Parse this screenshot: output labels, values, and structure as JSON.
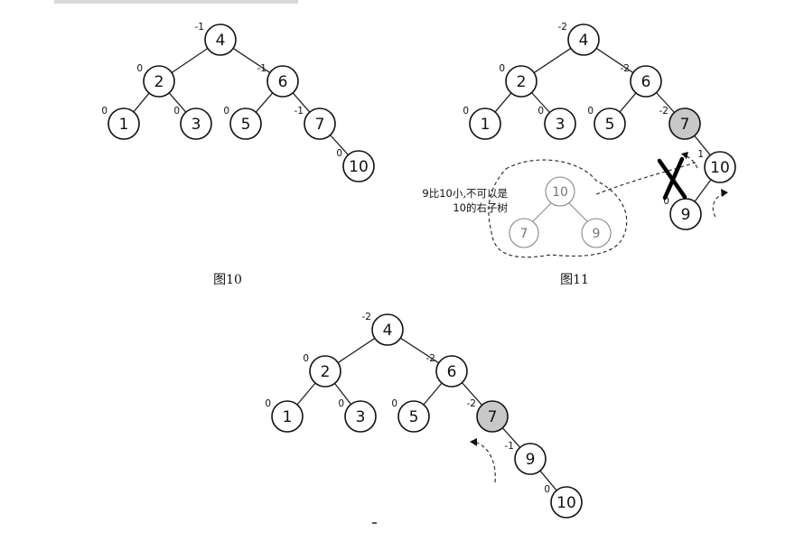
{
  "figures": [
    {
      "caption": "图10",
      "nodes": [
        {
          "id": "4",
          "label": "4",
          "bf": "-1",
          "shaded": false
        },
        {
          "id": "2",
          "label": "2",
          "bf": "0",
          "shaded": false
        },
        {
          "id": "6",
          "label": "6",
          "bf": "-1",
          "shaded": false
        },
        {
          "id": "1",
          "label": "1",
          "bf": "0",
          "shaded": false
        },
        {
          "id": "3",
          "label": "3",
          "bf": "0",
          "shaded": false
        },
        {
          "id": "5",
          "label": "5",
          "bf": "0",
          "shaded": false
        },
        {
          "id": "7",
          "label": "7",
          "bf": "-1",
          "shaded": false
        },
        {
          "id": "10",
          "label": "10",
          "bf": "0",
          "shaded": false
        }
      ],
      "edges": [
        [
          "4",
          "2"
        ],
        [
          "4",
          "6"
        ],
        [
          "2",
          "1"
        ],
        [
          "2",
          "3"
        ],
        [
          "6",
          "5"
        ],
        [
          "6",
          "7"
        ],
        [
          "7",
          "10"
        ]
      ]
    },
    {
      "caption": "图11",
      "nodes": [
        {
          "id": "4",
          "label": "4",
          "bf": "-2",
          "shaded": false
        },
        {
          "id": "2",
          "label": "2",
          "bf": "0",
          "shaded": false
        },
        {
          "id": "6",
          "label": "6",
          "bf": "-2",
          "shaded": false
        },
        {
          "id": "1",
          "label": "1",
          "bf": "0",
          "shaded": false
        },
        {
          "id": "3",
          "label": "3",
          "bf": "0",
          "shaded": false
        },
        {
          "id": "5",
          "label": "5",
          "bf": "0",
          "shaded": false
        },
        {
          "id": "7",
          "label": "7",
          "bf": "-2",
          "shaded": true
        },
        {
          "id": "10",
          "label": "10",
          "bf": "1",
          "shaded": false
        },
        {
          "id": "9",
          "label": "9",
          "bf": "0",
          "shaded": false
        }
      ],
      "edges": [
        [
          "4",
          "2"
        ],
        [
          "4",
          "6"
        ],
        [
          "2",
          "1"
        ],
        [
          "2",
          "3"
        ],
        [
          "6",
          "5"
        ],
        [
          "6",
          "7"
        ],
        [
          "7",
          "10"
        ],
        [
          "10",
          "9"
        ]
      ],
      "note": {
        "lines": [
          "9比10小,不可以是",
          "10的右子树"
        ],
        "ghost_nodes": [
          "10",
          "7",
          "9"
        ]
      }
    },
    {
      "caption": "",
      "nodes": [
        {
          "id": "4",
          "label": "4",
          "bf": "-2",
          "shaded": false
        },
        {
          "id": "2",
          "label": "2",
          "bf": "0",
          "shaded": false
        },
        {
          "id": "6",
          "label": "6",
          "bf": "-2",
          "shaded": false
        },
        {
          "id": "1",
          "label": "1",
          "bf": "0",
          "shaded": false
        },
        {
          "id": "3",
          "label": "3",
          "bf": "0",
          "shaded": false
        },
        {
          "id": "5",
          "label": "5",
          "bf": "0",
          "shaded": false
        },
        {
          "id": "7",
          "label": "7",
          "bf": "-2",
          "shaded": true
        },
        {
          "id": "9",
          "label": "9",
          "bf": "-1",
          "shaded": false
        },
        {
          "id": "10",
          "label": "10",
          "bf": "0",
          "shaded": false
        }
      ],
      "edges": [
        [
          "4",
          "2"
        ],
        [
          "4",
          "6"
        ],
        [
          "2",
          "1"
        ],
        [
          "2",
          "3"
        ],
        [
          "6",
          "5"
        ],
        [
          "6",
          "7"
        ],
        [
          "7",
          "9"
        ],
        [
          "9",
          "10"
        ]
      ]
    }
  ]
}
